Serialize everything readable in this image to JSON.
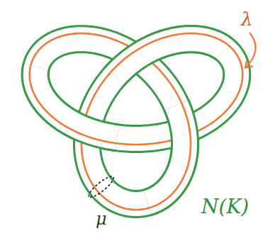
{
  "diagram": {
    "labels": [
      "λ",
      "N(K)",
      "μ"
    ]
  }
}
